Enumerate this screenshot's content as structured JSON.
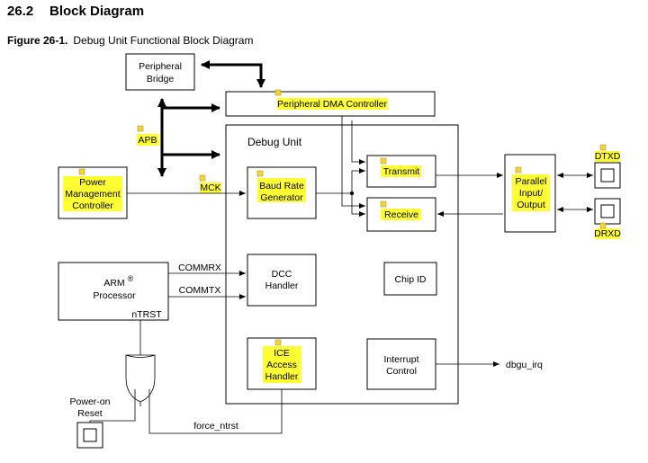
{
  "section": {
    "number": "26.2",
    "title": "Block Diagram"
  },
  "figure": {
    "label": "Figure 26-1.",
    "title": "Debug Unit Functional Block Diagram"
  },
  "blocks": {
    "peripheral_bridge": [
      "Peripheral",
      "Bridge"
    ],
    "pdc": "Peripheral DMA Controller",
    "debug_unit": "Debug Unit",
    "pmc": [
      "Power",
      "Management",
      "Controller"
    ],
    "baud": [
      "Baud Rate",
      "Generator"
    ],
    "transmit": "Transmit",
    "receive": "Receive",
    "parallel_io": [
      "Parallel",
      "Input/",
      "Output"
    ],
    "arm": [
      "ARM",
      "Processor"
    ],
    "arm_mark": "®",
    "dcc": [
      "DCC",
      "Handler"
    ],
    "chip_id": "Chip ID",
    "ice": [
      "ICE",
      "Access",
      "Handler"
    ],
    "interrupt": [
      "Interrupt",
      "Control"
    ],
    "power_on_reset": [
      "Power-on",
      "Reset"
    ]
  },
  "signals": {
    "apb": "APB",
    "mck": "MCK",
    "commrx": "COMMRX",
    "commtx": "COMMTX",
    "ntrst": "nTRST",
    "force_ntrst": "force_ntrst",
    "dbgu_irq": "dbgu_irq",
    "dtxd": "DTXD",
    "drxd": "DRXD"
  },
  "colors": {
    "highlight": "#ffff33",
    "note_icon": "#f4d43b"
  }
}
